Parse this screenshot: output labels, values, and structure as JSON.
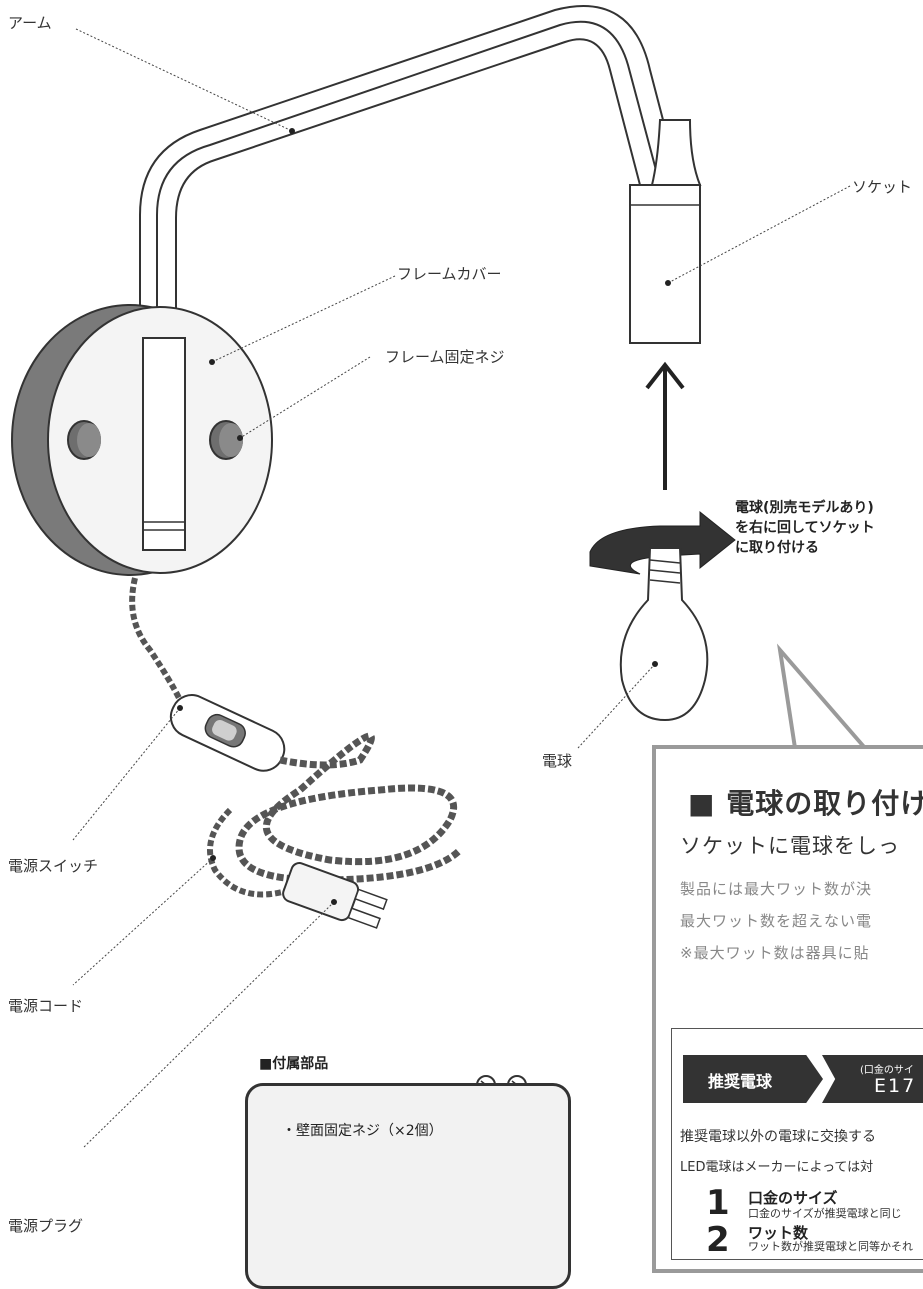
{
  "labels": {
    "arm": "アーム",
    "socket": "ソケット",
    "frame_cover": "フレームカバー",
    "frame_screw": "フレーム固定ネジ",
    "bulb": "電球",
    "power_switch": "電源スイッチ",
    "power_cord": "電源コード",
    "power_plug": "電源プラグ"
  },
  "instruction": {
    "line1": "電球(別売モデルあり)",
    "line2": "を右に回してソケット",
    "line3": "に取り付ける"
  },
  "bulb_section": {
    "heading": "■ 電球の取り付け",
    "subheading": "ソケットに電球をしっ",
    "body_line1": "製品には最大ワット数が決",
    "body_line2": "最大ワット数を超えない電",
    "body_line3": "※最大ワット数は器具に貼"
  },
  "recommended": {
    "chip_label": "推奨電球",
    "chip_small": "(口金のサイ",
    "chip_size": "E17",
    "note1": "推奨電球以外の電球に交換する",
    "note2": "LED電球はメーカーによっては対",
    "item1_num": "1",
    "item1_title": "口金のサイズ",
    "item1_desc": "口金のサイズが推奨電球と同じ",
    "item2_num": "2",
    "item2_title": "ワット数",
    "item2_desc": "ワット数が推奨電球と同等かそれ"
  },
  "accessories": {
    "title": "■付属部品",
    "item": "・壁面固定ネジ（×2個）"
  }
}
